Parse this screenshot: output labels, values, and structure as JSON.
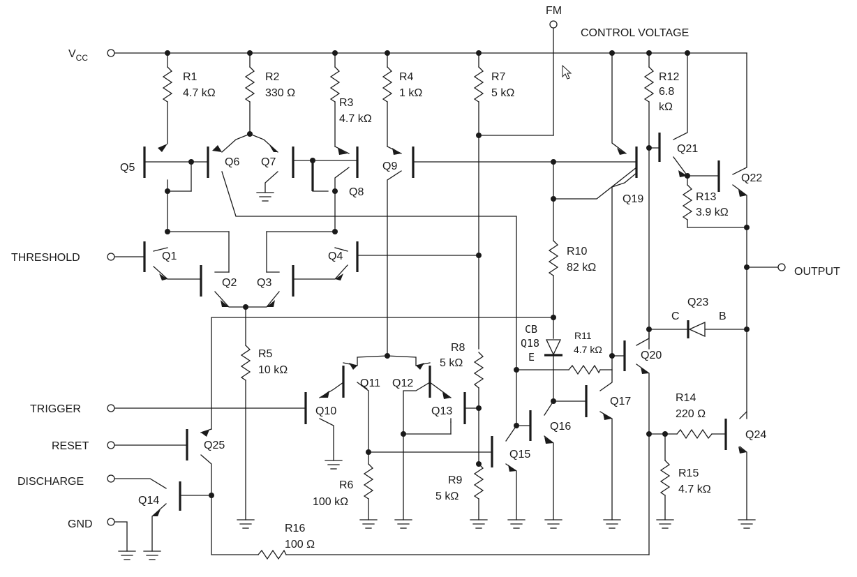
{
  "pins": {
    "vcc": "V",
    "vcc_sub": "CC",
    "fm": "FM",
    "control_voltage": "CONTROL VOLTAGE",
    "threshold": "THRESHOLD",
    "trigger": "TRIGGER",
    "reset": "RESET",
    "discharge": "DISCHARGE",
    "gnd": "GND",
    "output": "OUTPUT"
  },
  "resistors": {
    "r1": {
      "name": "R1",
      "value": "4.7 kΩ"
    },
    "r2": {
      "name": "R2",
      "value": "330 Ω"
    },
    "r3": {
      "name": "R3",
      "value": "4.7 kΩ"
    },
    "r4": {
      "name": "R4",
      "value": "1 kΩ"
    },
    "r5": {
      "name": "R5",
      "value": "10 kΩ"
    },
    "r6": {
      "name": "R6",
      "value": "100 kΩ"
    },
    "r7": {
      "name": "R7",
      "value": "5 kΩ"
    },
    "r8": {
      "name": "R8",
      "value": "5 kΩ"
    },
    "r9": {
      "name": "R9",
      "value": "5 kΩ"
    },
    "r10": {
      "name": "R10",
      "value": "82 kΩ"
    },
    "r11": {
      "name": "R11",
      "value": "4.7 kΩ"
    },
    "r12": {
      "name": "R12",
      "value_line1": "6.8",
      "value_line2": "kΩ"
    },
    "r13": {
      "name": "R13",
      "value": "3.9 kΩ"
    },
    "r14": {
      "name": "R14",
      "value": "220 Ω"
    },
    "r15": {
      "name": "R15",
      "value": "4.7 kΩ"
    },
    "r16": {
      "name": "R16",
      "value": "100 Ω"
    }
  },
  "transistors": {
    "q1": "Q1",
    "q2": "Q2",
    "q3": "Q3",
    "q4": "Q4",
    "q5": "Q5",
    "q6": "Q6",
    "q7": "Q7",
    "q8": "Q8",
    "q9": "Q9",
    "q10": "Q10",
    "q11": "Q11",
    "q12": "Q12",
    "q13": "Q13",
    "q14": "Q14",
    "q15": "Q15",
    "q16": "Q16",
    "q17": "Q17",
    "q19": "Q19",
    "q20": "Q20",
    "q21": "Q21",
    "q22": "Q22",
    "q24": "Q24",
    "q25": "Q25"
  },
  "diodes": {
    "q18": {
      "name": "Q18",
      "pin_cb": "CB",
      "pin_e": "E"
    },
    "q23": {
      "name": "Q23",
      "pin_c": "C",
      "pin_b": "B"
    }
  },
  "icons": {
    "cursor": "mouse-pointer-icon",
    "ground": "ground-icon"
  },
  "colors": {
    "ink": "#1a1a1a",
    "background": "#ffffff"
  }
}
